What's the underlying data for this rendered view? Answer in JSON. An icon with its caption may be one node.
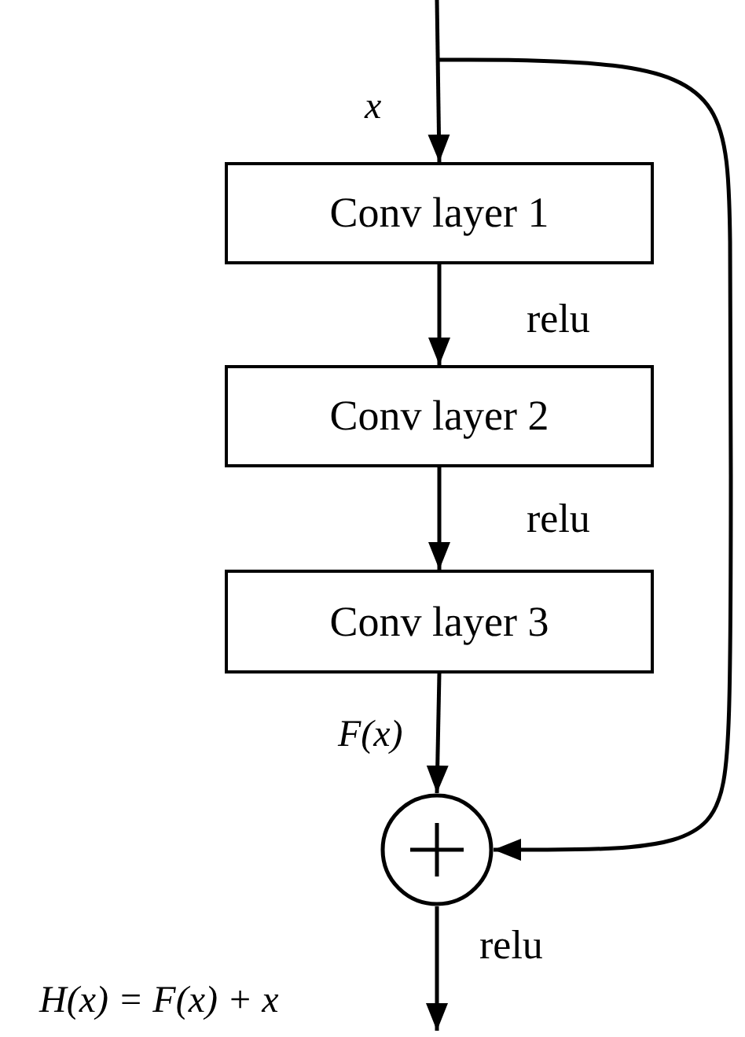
{
  "diagram": {
    "nodes": [
      {
        "text": [
          "Conv layer 1"
        ]
      },
      {
        "text": [
          "Conv layer 2"
        ]
      },
      {
        "text": [
          "Conv layer 3"
        ]
      },
      {
        "text": [],
        "shape": "circle"
      }
    ],
    "edges": [
      {
        "from": null,
        "to": 0,
        "arrow": "to",
        "label": "x"
      },
      {
        "from": null,
        "to": 3,
        "arrow": "to"
      },
      {
        "from": 0,
        "to": 1,
        "arrow": "to",
        "label": "relu"
      },
      {
        "from": 1,
        "to": 2,
        "arrow": "to",
        "label": "relu"
      },
      {
        "from": 2,
        "to": 3,
        "arrow": "to",
        "label": "F(x)"
      },
      {
        "from": 3,
        "to": null,
        "arrow": "to",
        "label": "relu"
      }
    ],
    "labels": [
      "H(x) = F(x) + x"
    ]
  }
}
